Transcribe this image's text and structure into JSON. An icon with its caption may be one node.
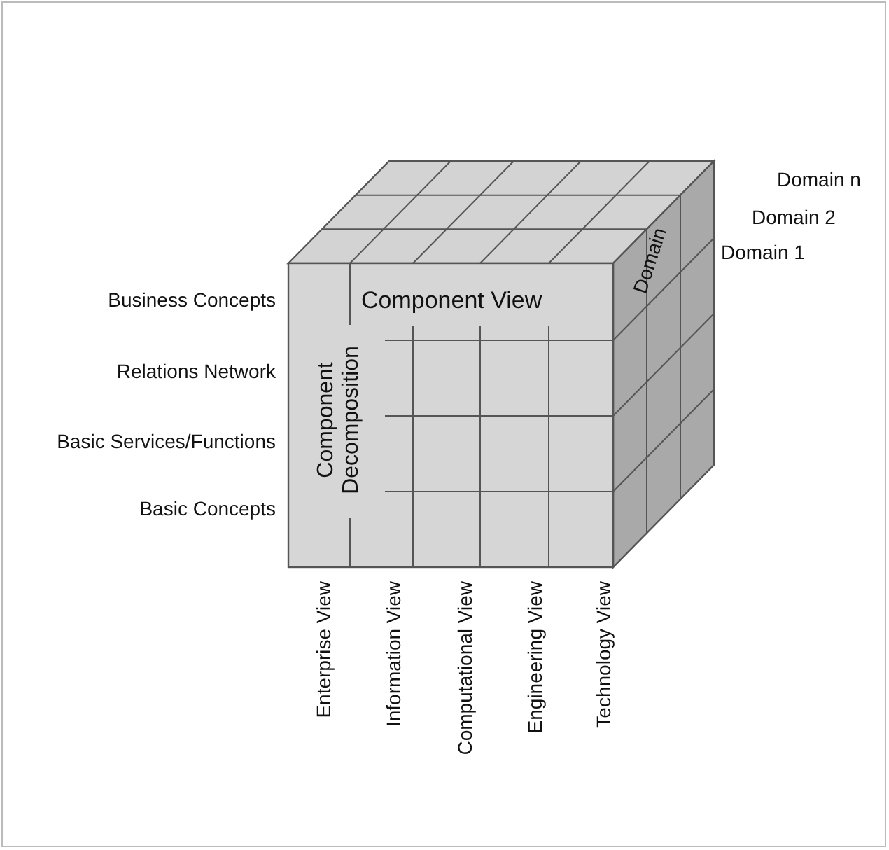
{
  "diagram": {
    "labels": [
      "Domain n",
      "Domain 2",
      "Domain 1",
      "Business Concepts",
      "Component View",
      "Relations Network",
      "Basic Services/Functions",
      "Basic Concepts",
      "Component Decomposition",
      "Domain",
      "Enterprise View",
      "Information View",
      "Computational View",
      "Engineering View",
      "Technology View"
    ]
  }
}
